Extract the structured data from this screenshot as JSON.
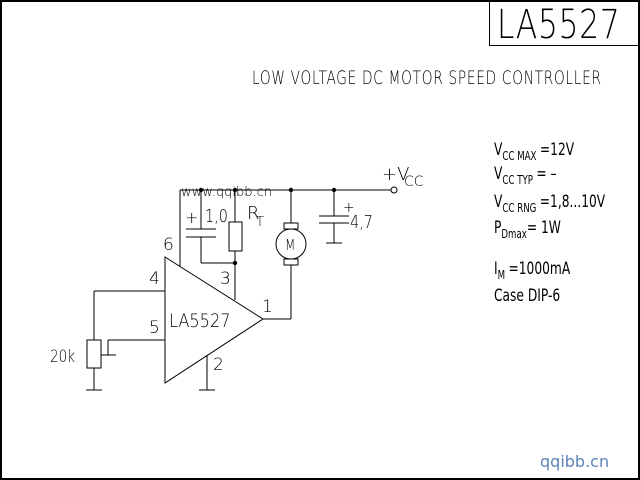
{
  "title": "LA5527",
  "subtitle": "LOW VOLTAGE DC MOTOR SPEED  CONTROLLER",
  "specs": [
    {
      "symbol": "V",
      "subscript": "CC MAX",
      "value": "=12V"
    },
    {
      "symbol": "V",
      "subscript": "CC TYP",
      "value": "= –"
    },
    {
      "symbol": "V",
      "subscript": "CC RNG",
      "value": "=1,8...10V"
    },
    {
      "symbol": "P",
      "subscript": "Dmax",
      "value": "= 1W"
    },
    {
      "symbol": "I",
      "subscript": "M",
      "value": "=1000mA"
    },
    {
      "symbol": "Case DIP-6",
      "subscript": "",
      "value": ""
    }
  ],
  "schematic": {
    "ic_label": "LA5527",
    "supply_label": "+V",
    "supply_subscript": "CC",
    "pins": {
      "p1": "1",
      "p2": "2",
      "p3": "3",
      "p4": "4",
      "p5": "5",
      "p6": "6"
    },
    "cap1_label": "1,0",
    "cap1_polarity": "+",
    "resistor_label": "R",
    "resistor_subscript": "T",
    "motor_label": "M",
    "cap2_label": "4,7",
    "cap2_polarity": "+",
    "pot_label": "20k",
    "inline_watermark": "www.qqibb.cn"
  },
  "watermark": "qqibb.cn",
  "colors": {
    "line": "#000000",
    "watermark": "#5b84b8",
    "background": "#ffffff"
  }
}
